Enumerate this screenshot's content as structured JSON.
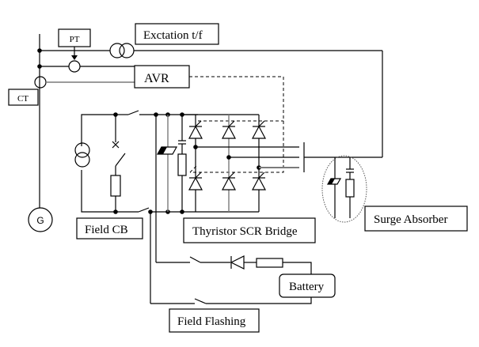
{
  "diagram": {
    "title": "Static excitation system single-line diagram",
    "labels": {
      "pt": "PT",
      "ct": "CT",
      "excitation_tf": "Exctation t/f",
      "avr": "AVR",
      "generator": "G",
      "field_cb": "Field CB",
      "thyristor_bridge": "Thyristor SCR Bridge",
      "surge_absorber": "Surge Absorber",
      "battery": "Battery",
      "field_flashing": "Field Flashing"
    },
    "components": [
      {
        "id": "generator",
        "type": "generator",
        "label": "G"
      },
      {
        "id": "pt",
        "type": "potential-transformer",
        "label": "PT"
      },
      {
        "id": "ct",
        "type": "current-transformer",
        "label": "CT"
      },
      {
        "id": "excitation_tf",
        "type": "transformer",
        "label": "Exctation t/f"
      },
      {
        "id": "avr",
        "type": "controller",
        "label": "AVR"
      },
      {
        "id": "field_cb",
        "type": "circuit-breaker",
        "label": "Field CB"
      },
      {
        "id": "thyristor_bridge",
        "type": "6-pulse-scr-bridge",
        "label": "Thyristor SCR Bridge",
        "thyristor_count": 6
      },
      {
        "id": "surge_absorber",
        "type": "rc-snubber",
        "label": "Surge Absorber"
      },
      {
        "id": "battery",
        "type": "battery",
        "label": "Battery"
      },
      {
        "id": "field_flashing",
        "type": "switch",
        "label": "Field Flashing"
      }
    ],
    "connections": [
      [
        "generator",
        "ct"
      ],
      [
        "generator",
        "pt"
      ],
      [
        "generator",
        "excitation_tf"
      ],
      [
        "pt",
        "avr"
      ],
      [
        "ct",
        "avr"
      ],
      [
        "avr",
        "thyristor_bridge",
        "dashed-control"
      ],
      [
        "excitation_tf",
        "thyristor_bridge"
      ],
      [
        "thyristor_bridge",
        "field_cb"
      ],
      [
        "surge_absorber",
        "thyristor_bridge"
      ],
      [
        "battery",
        "field_flashing"
      ],
      [
        "battery",
        "field_cb"
      ]
    ]
  }
}
